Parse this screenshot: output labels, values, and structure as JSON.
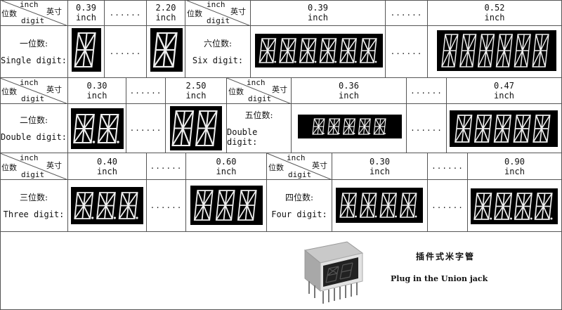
{
  "header_diag": {
    "top_right": "inch",
    "right": "英寸",
    "bottom_left": "位数",
    "bottom": "digit"
  },
  "rows": [
    {
      "sections": [
        {
          "sizes": [
            "0.39",
            "......",
            "2.20"
          ],
          "unit": "inch",
          "label_cn": "一位数:",
          "label_en": "Single digit:"
        },
        {
          "sizes": [
            "0.39",
            "......",
            "0.52"
          ],
          "unit": "inch",
          "label_cn": "六位数:",
          "label_en": "Six digit:"
        }
      ]
    },
    {
      "sections": [
        {
          "sizes": [
            "0.30",
            "......",
            "2.50"
          ],
          "unit": "inch",
          "label_cn": "二位数:",
          "label_en": "Double digit:"
        },
        {
          "sizes": [
            "0.36",
            "......",
            "0.47"
          ],
          "unit": "inch",
          "label_cn": "五位数:",
          "label_en": "Double digit:"
        }
      ]
    },
    {
      "sections": [
        {
          "sizes": [
            "0.40",
            "......",
            "0.60"
          ],
          "unit": "inch",
          "label_cn": "三位数:",
          "label_en": "Three digit:"
        },
        {
          "sizes": [
            "0.30",
            "......",
            "0.90"
          ],
          "unit": "inch",
          "label_cn": "四位数:",
          "label_en": "Four digit:"
        }
      ]
    }
  ],
  "footer": {
    "title_cn": "插件式米字管",
    "title_en": "Plug in the Union jack"
  }
}
